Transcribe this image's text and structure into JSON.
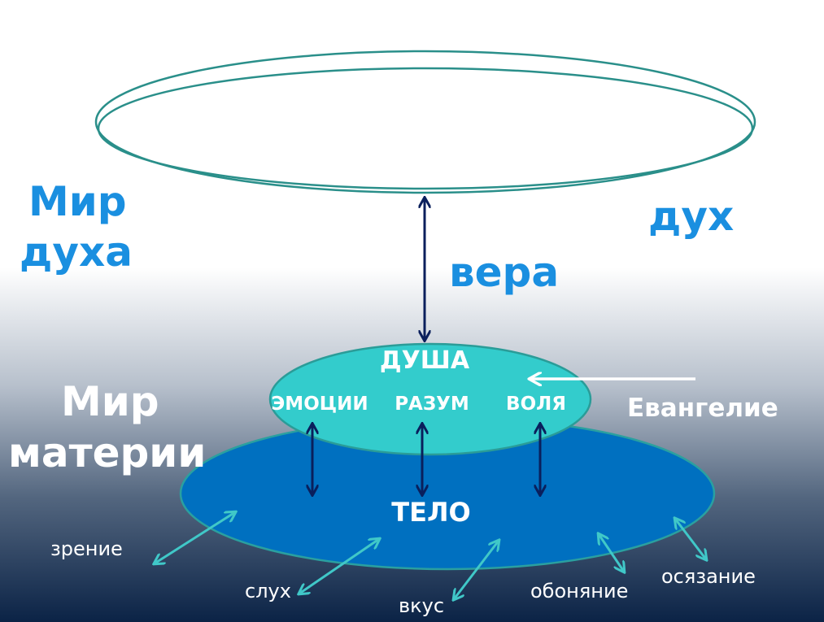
{
  "spirit_world": {
    "line1": "Мир",
    "line2": "духа"
  },
  "matter_world": {
    "line1": "Мир",
    "line2": "материи"
  },
  "spirit": "дух",
  "faith": "вера",
  "soul": {
    "title": "ДУША",
    "parts": [
      "ЭМОЦИИ",
      "РАЗУМ",
      "ВОЛЯ"
    ]
  },
  "gospel": "Евангелие",
  "body": "ТЕЛО",
  "senses": [
    "зрение",
    "слух",
    "вкус",
    "обоняние",
    "осязание"
  ],
  "colors": {
    "blue_text": "#1a8fe0",
    "soul_fill": "#33cccc",
    "body_fill": "#0070c0",
    "arrow_dark": "#0a1f5c",
    "arrow_teal": "#40c8c8",
    "bg_bottom": "#0b2346"
  }
}
